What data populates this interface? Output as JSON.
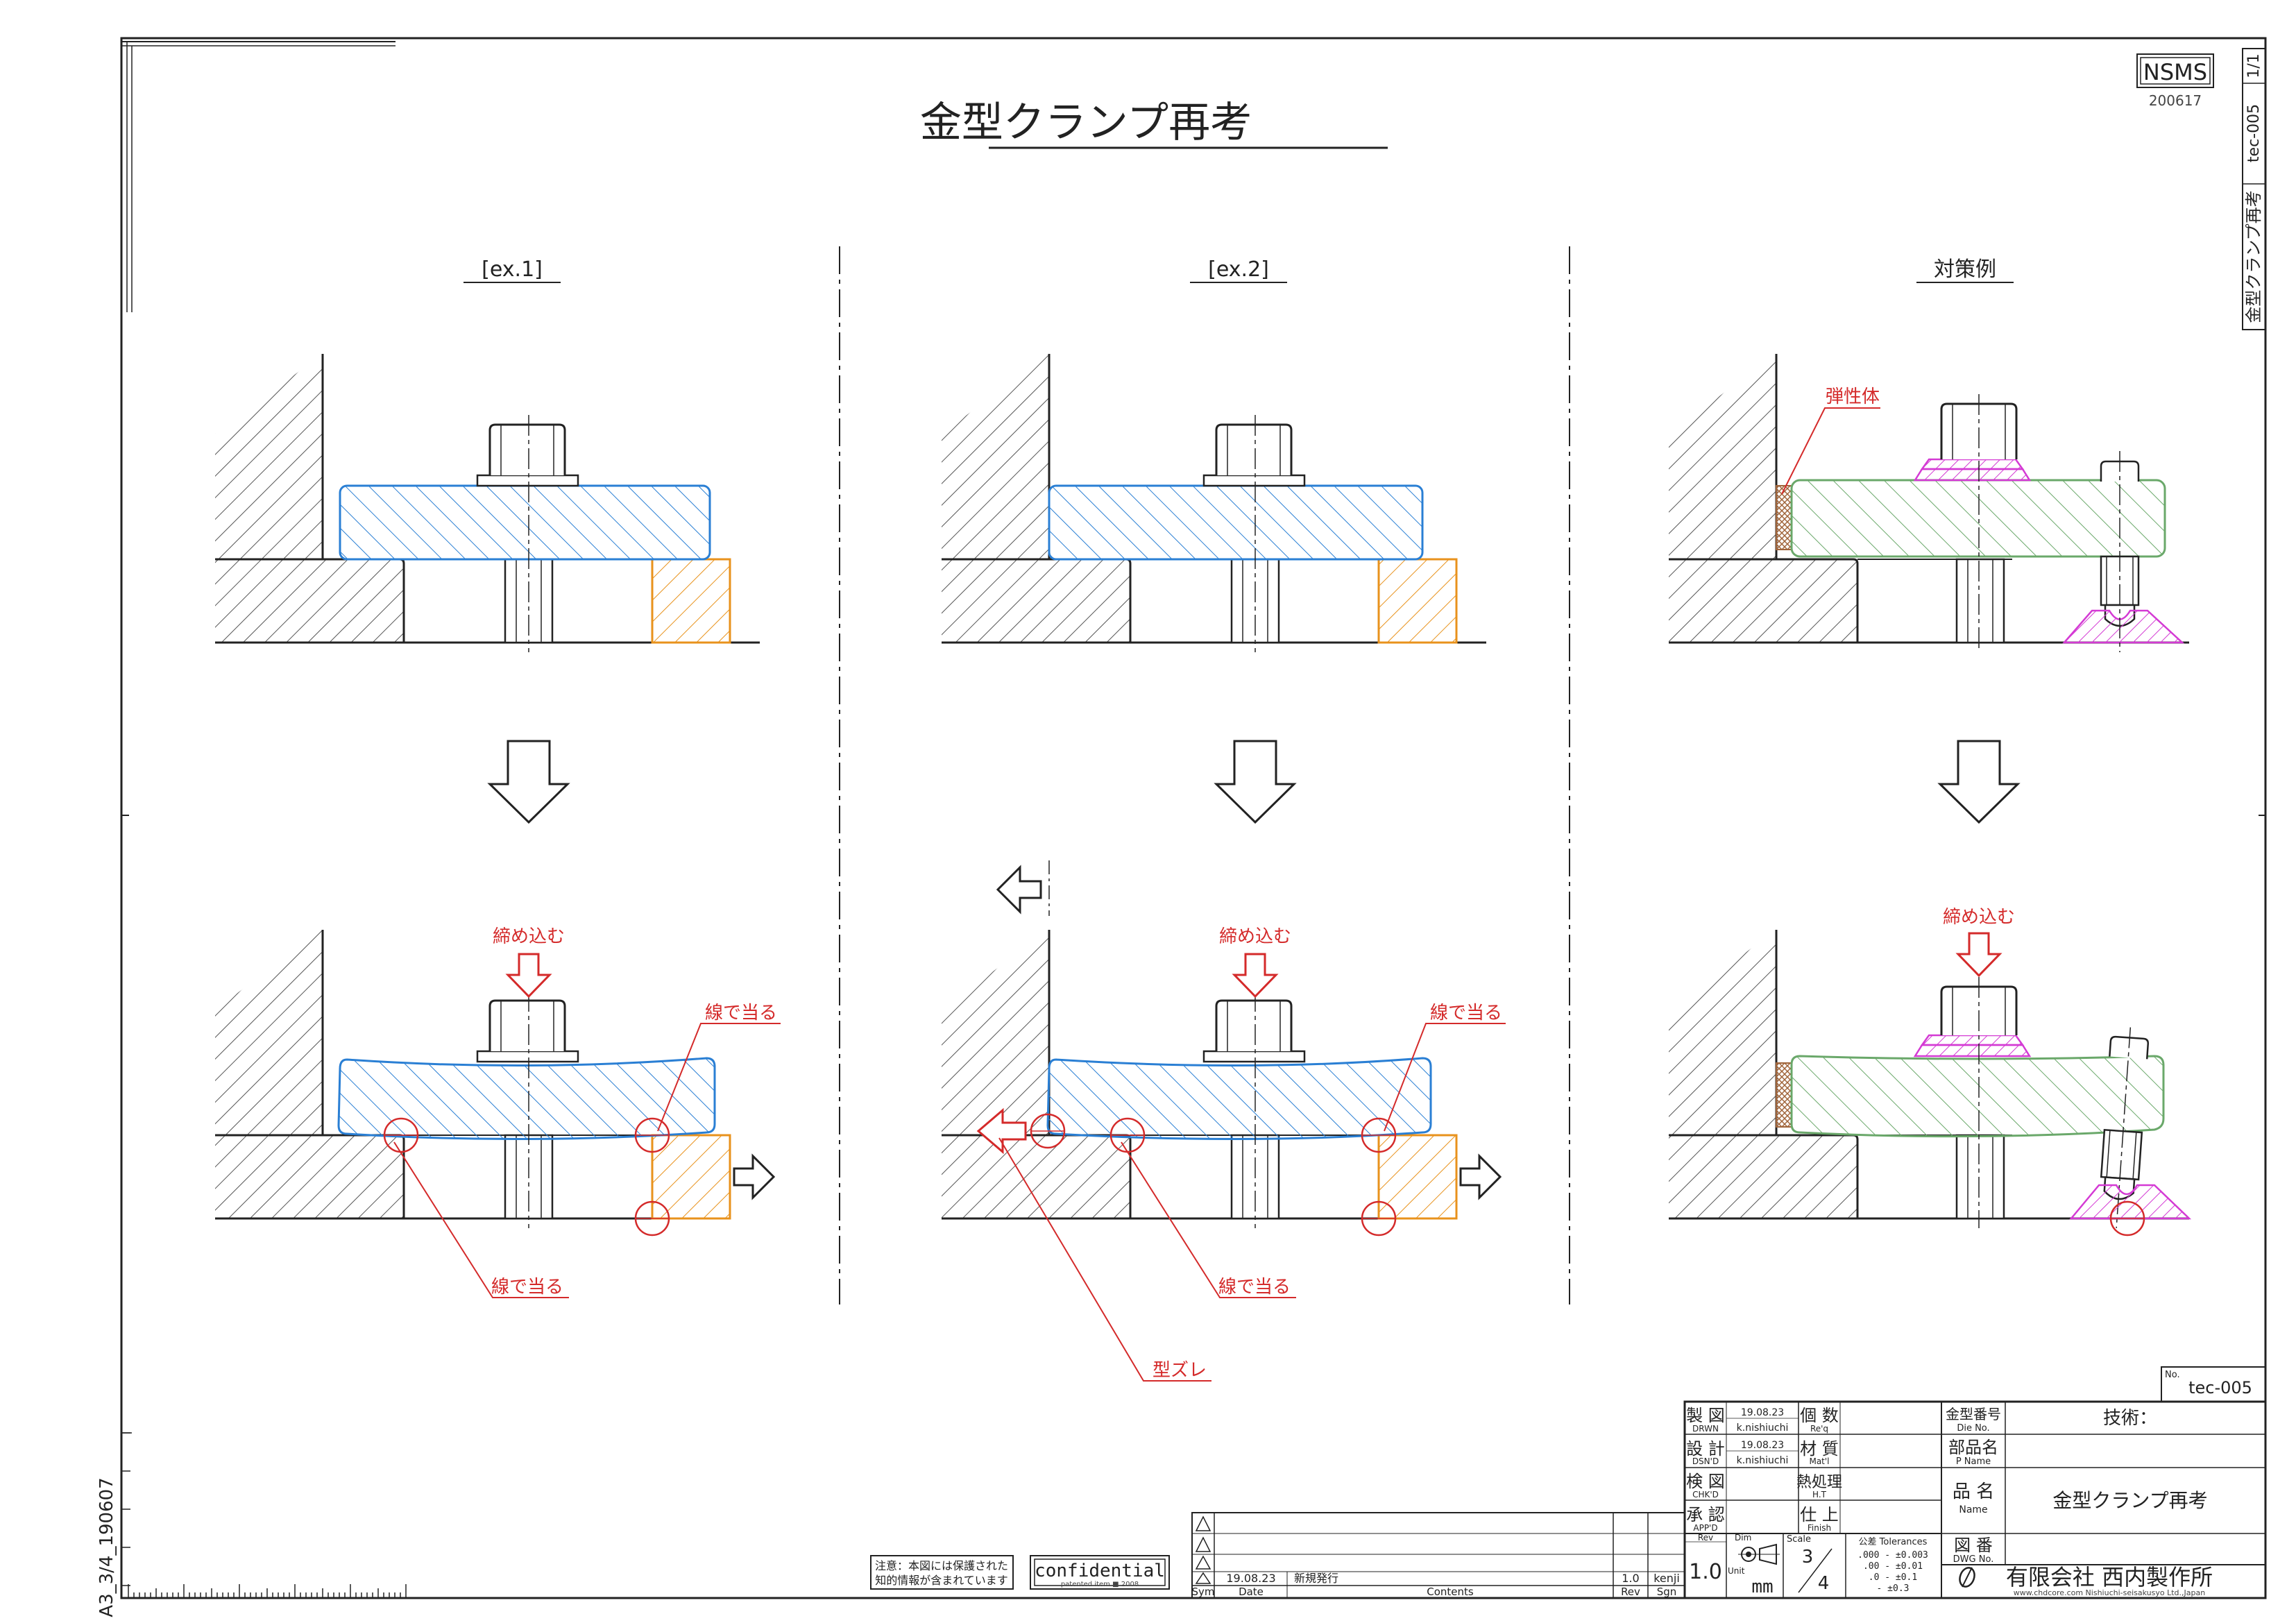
{
  "title": "金型クランプ再考",
  "stamp": {
    "logo": "NSMS",
    "date": "200617",
    "page": "1/1",
    "doc_no": "tec-005",
    "side_title": "金型クランプ再考"
  },
  "panels": [
    {
      "label": "[ex.1]",
      "tighten": "締め込む",
      "line_contact_top": "線で当る",
      "line_contact_bottom": "線で当る"
    },
    {
      "label": "[ex.2]",
      "tighten": "締め込む",
      "line_contact_top": "線で当る",
      "line_contact_bottom": "線で当る",
      "shift": "型ズレ"
    },
    {
      "label": "対策例",
      "tighten": "締め込む",
      "elastic": "弾性体"
    }
  ],
  "frame_code": "A3_3/4_190607",
  "notice": {
    "line1": "注意：本図には保護された",
    "line2": "知的情報が含まれています"
  },
  "confidential": {
    "main": "confidential",
    "sub": "patented item ■ 2008"
  },
  "title_block": {
    "no_label": "No.",
    "no_value": "tec-005",
    "drawn": {
      "jp": "製 図",
      "en": "DRWN",
      "date": "19.08.23",
      "name": "k.nishiuchi"
    },
    "design": {
      "jp": "設 計",
      "en": "DSN'D",
      "date": "19.08.23",
      "name": "k.nishiuchi"
    },
    "check": {
      "jp": "検 図",
      "en": "CHK'D"
    },
    "approve": {
      "jp": "承 認",
      "en": "APP'D"
    },
    "qty": {
      "jp": "個 数",
      "en": "Re'q"
    },
    "material": {
      "jp": "材 質",
      "en": "Mat'l"
    },
    "heat": {
      "jp": "熱処理",
      "en": "H.T"
    },
    "finish": {
      "jp": "仕 上",
      "en": "Finish"
    },
    "die_no": {
      "jp": "金型番号",
      "en": "Die No.",
      "value": "技術："
    },
    "part_name": {
      "jp": "部品名",
      "en": "P Name",
      "value": ""
    },
    "name": {
      "jp": "品 名",
      "en": "Name",
      "value": "金型クランプ再考"
    },
    "dwg_no": {
      "jp": "図 番",
      "en": "DWG No.",
      "value": ""
    },
    "rev_label": "Rev",
    "rev_value": "1.0",
    "dim_label": "Dim",
    "unit_label": "Unit",
    "unit_value": "mm",
    "scale_label": "Scale",
    "scale_num": "3",
    "scale_den": "4",
    "tol_label": "公差 Tolerances",
    "tol": [
      ".000 - ±0.003",
      ".00 - ±0.01",
      ".0 - ±0.1",
      "- ±0.3"
    ],
    "company": "有限会社 西内製作所",
    "company_url": "www.chdcore.com  Nishiuchi-seisakusyo Ltd.,Japan",
    "revision": {
      "date": "19.08.23",
      "content": "新規発行",
      "rev": "1.0",
      "sign": "kenji",
      "headers": {
        "sym": "Sym",
        "date": "Date",
        "contents": "Contents",
        "rev": "Rev",
        "sign": "Sgn"
      }
    }
  },
  "colors": {
    "ink": "#222222",
    "clamp": "#2a7fd4",
    "block": "#e8921c",
    "red": "#d42a2a",
    "green": "#6aa86a",
    "magenta": "#d43ad4",
    "elastic": "#a0643a"
  }
}
